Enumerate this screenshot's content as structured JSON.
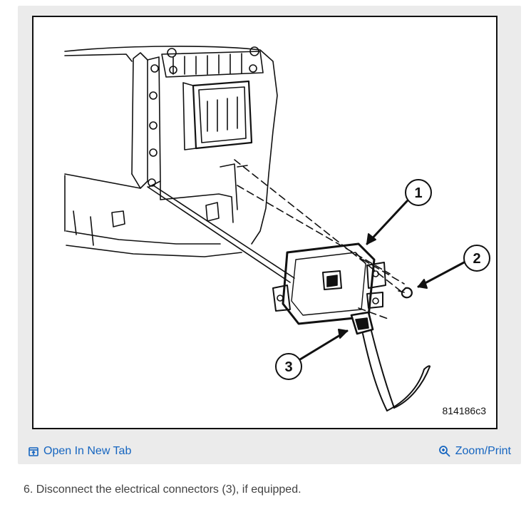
{
  "figure": {
    "callouts": [
      "1",
      "2",
      "3"
    ],
    "code": "814186c3"
  },
  "toolbar": {
    "open_tab_label": "Open In New Tab",
    "zoom_label": "Zoom/Print",
    "open_tab_icon": "open-in-new-tab-icon",
    "zoom_icon": "magnifier-zoom-icon",
    "link_color": "#1565c0"
  },
  "step": {
    "text": "6. Disconnect the electrical connectors (3), if equipped."
  }
}
